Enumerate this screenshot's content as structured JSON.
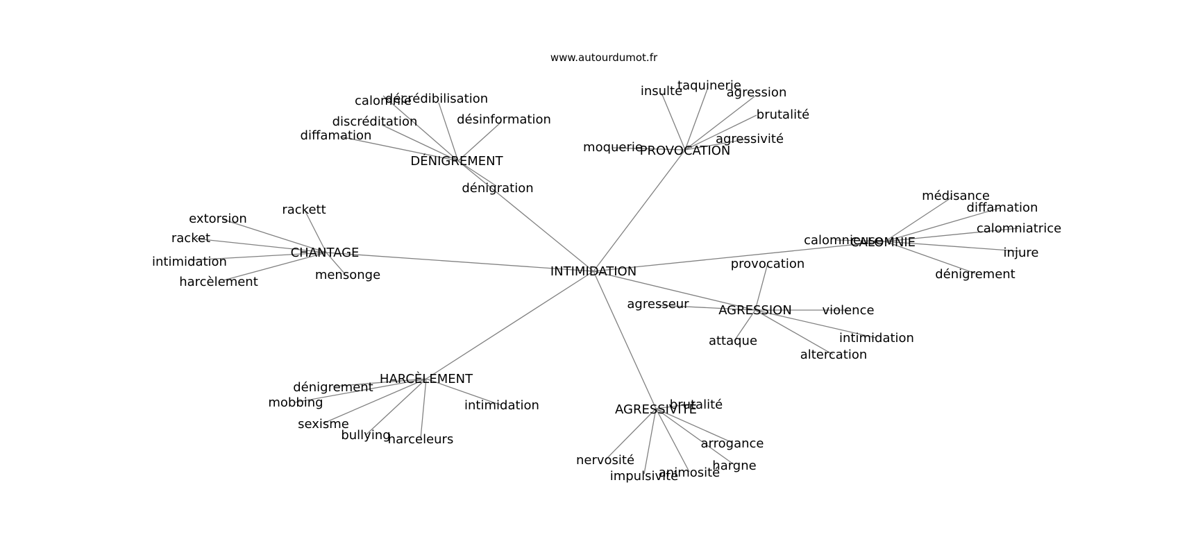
{
  "source": "www.autourdumot.fr",
  "nodes": {
    "intimidation": "INTIMIDATION",
    "denigrement": "DÉNIGREMENT",
    "provocation": "PROVOCATION",
    "chantage": "CHANTAGE",
    "calomnie": "CALOMNIE",
    "agression": "AGRESSION",
    "harcelement": "HARCÈLEMENT",
    "agressivite": "AGRESSIVITÉ",
    "d1": "calomnie",
    "d2": "décrédibilisation",
    "d3": "désinformation",
    "d4": "discréditation",
    "d5": "diffamation",
    "d6": "dénigration",
    "p1": "insulte",
    "p2": "taquinerie",
    "p3": "agression",
    "p4": "brutalité",
    "p5": "agressivité",
    "p6": "moquerie",
    "c1": "rackett",
    "c2": "extorsion",
    "c3": "racket",
    "c4": "intimidation",
    "c5": "harcèlement",
    "c6": "mensonge",
    "k1": "médisance",
    "k2": "diffamation",
    "k3": "calomniatrice",
    "k4": "injure",
    "k5": "dénigrement",
    "k6": "calomnieuse",
    "a1": "provocation",
    "a2": "agresseur",
    "a3": "violence",
    "a4": "intimidation",
    "a5": "altercation",
    "a6": "attaque",
    "h1": "dénigrement",
    "h2": "mobbing",
    "h3": "sexisme",
    "h4": "bullying",
    "h5": "harceleurs",
    "h6": "intimidation",
    "g1": "brutalité",
    "g2": "arrogance",
    "g3": "hargne",
    "g4": "animosité",
    "g5": "impulsivité",
    "g6": "nervosité"
  }
}
